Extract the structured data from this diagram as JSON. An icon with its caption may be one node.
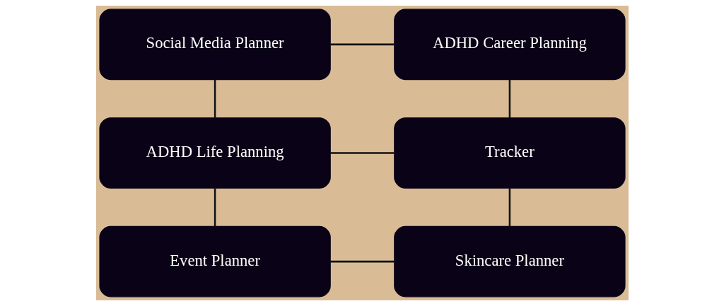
{
  "diagram": {
    "nodes": [
      {
        "text": [
          "Social Media Planner"
        ]
      },
      {
        "text": [
          "ADHD Career Planning"
        ]
      },
      {
        "text": [
          "ADHD Life Planning"
        ]
      },
      {
        "text": [
          "Tracker"
        ]
      },
      {
        "text": [
          "Event Planner"
        ]
      },
      {
        "text": [
          "Skincare Planner"
        ]
      }
    ],
    "edges": [
      {
        "from": 0,
        "to": 1,
        "arrow": "none"
      },
      {
        "from": 0,
        "to": 2,
        "arrow": "none"
      },
      {
        "from": 1,
        "to": 3,
        "arrow": "none"
      },
      {
        "from": 2,
        "to": 3,
        "arrow": "none"
      },
      {
        "from": 2,
        "to": 4,
        "arrow": "none"
      },
      {
        "from": 3,
        "to": 5,
        "arrow": "none"
      },
      {
        "from": 4,
        "to": 5,
        "arrow": "none"
      }
    ]
  }
}
